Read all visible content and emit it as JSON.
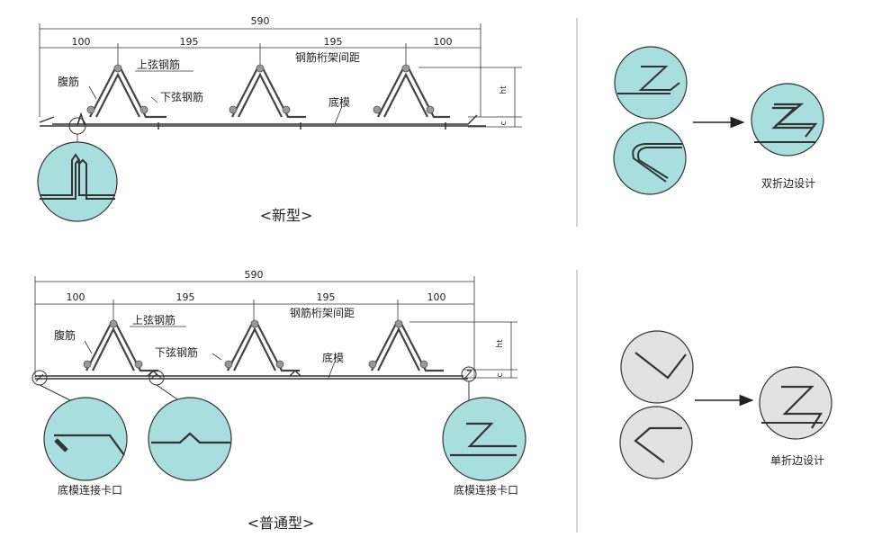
{
  "new_type": {
    "caption": "<新型>",
    "dims": {
      "total": "590",
      "seg1": "100",
      "seg2": "195",
      "seg3": "195",
      "seg4": "100"
    },
    "labels": {
      "web_bar": "腹筋",
      "top_chord": "上弦钢筋",
      "bottom_chord": "下弦钢筋",
      "truss_spacing": "钢筋桁架间距",
      "bottom_form": "底模",
      "height": "ht",
      "cover": "c"
    }
  },
  "common_type": {
    "caption": "<普通型>",
    "dims": {
      "total": "590",
      "seg1": "100",
      "seg2": "195",
      "seg3": "195",
      "seg4": "100"
    },
    "labels": {
      "web_bar": "腹筋",
      "top_chord": "上弦钢筋",
      "bottom_chord": "下弦钢筋",
      "truss_spacing": "钢筋桁架间距",
      "bottom_form": "底模",
      "height": "ht",
      "cover": "c"
    },
    "joint_caption_left": "底模连接卡口",
    "joint_caption_right": "底模连接卡口"
  },
  "right_panels": {
    "double_fold": "双折边设计",
    "single_fold": "单折边设计"
  },
  "colors": {
    "teal": "#a8dede",
    "grey": "#e2e2e2",
    "stroke": "#333333"
  }
}
